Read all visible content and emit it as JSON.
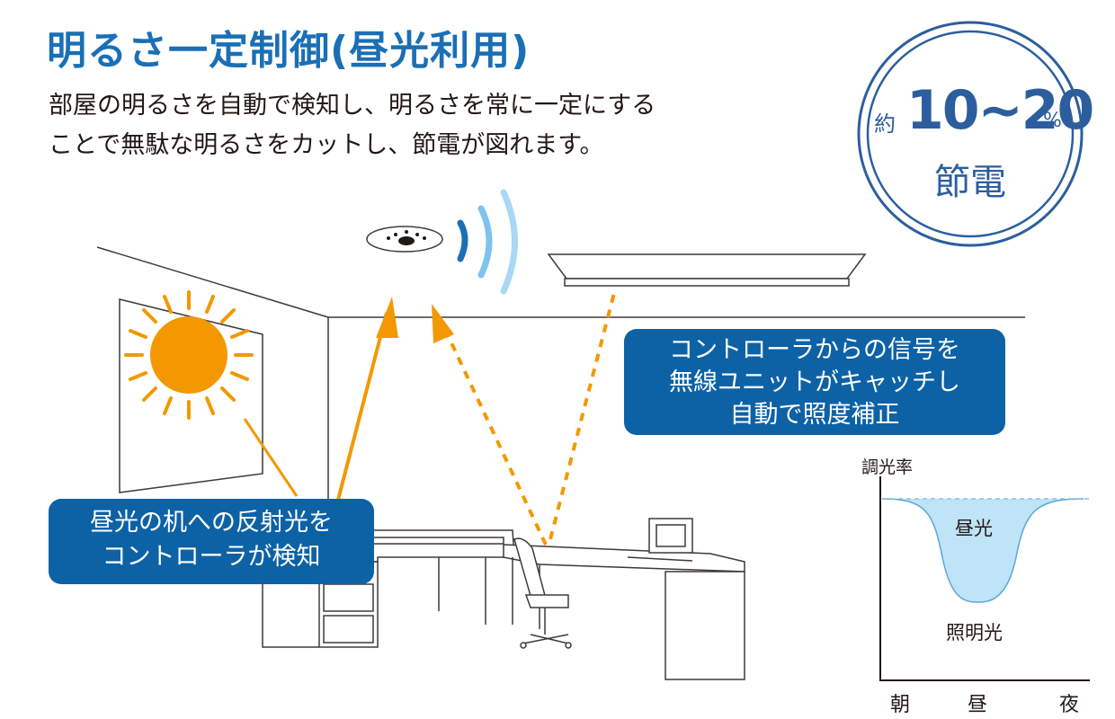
{
  "header": {
    "title": "明るさ一定制御(昼光利用)",
    "description": [
      "部屋の明るさを自動で検知し、明るさを常に一定にする",
      "ことで無駄な明るさをカットし、節電が図れます。"
    ]
  },
  "badge": {
    "prefix": "約",
    "value": "10~20",
    "unit": "%",
    "label": "節電"
  },
  "callouts": {
    "controller_signal": [
      "コントローラからの信号を",
      "無線ユニットがキャッチし",
      "自動で照度補正"
    ],
    "reflection": [
      "昼光の机への反射光を",
      "コントローラが検知"
    ]
  },
  "chart_data": {
    "type": "area",
    "title": "調光率",
    "x_ticks": [
      "朝",
      "昼",
      "夜"
    ],
    "series": [
      {
        "name": "昼光"
      },
      {
        "name": "照明光"
      }
    ]
  },
  "colors": {
    "title_blue": "#1a6fb6",
    "callout_bg": "#0d62a6",
    "sun": "#f39800",
    "wave": "#7dc3ef",
    "daylight_fill": "#bfe3f7",
    "badge_ring": "#2c5e9e"
  }
}
